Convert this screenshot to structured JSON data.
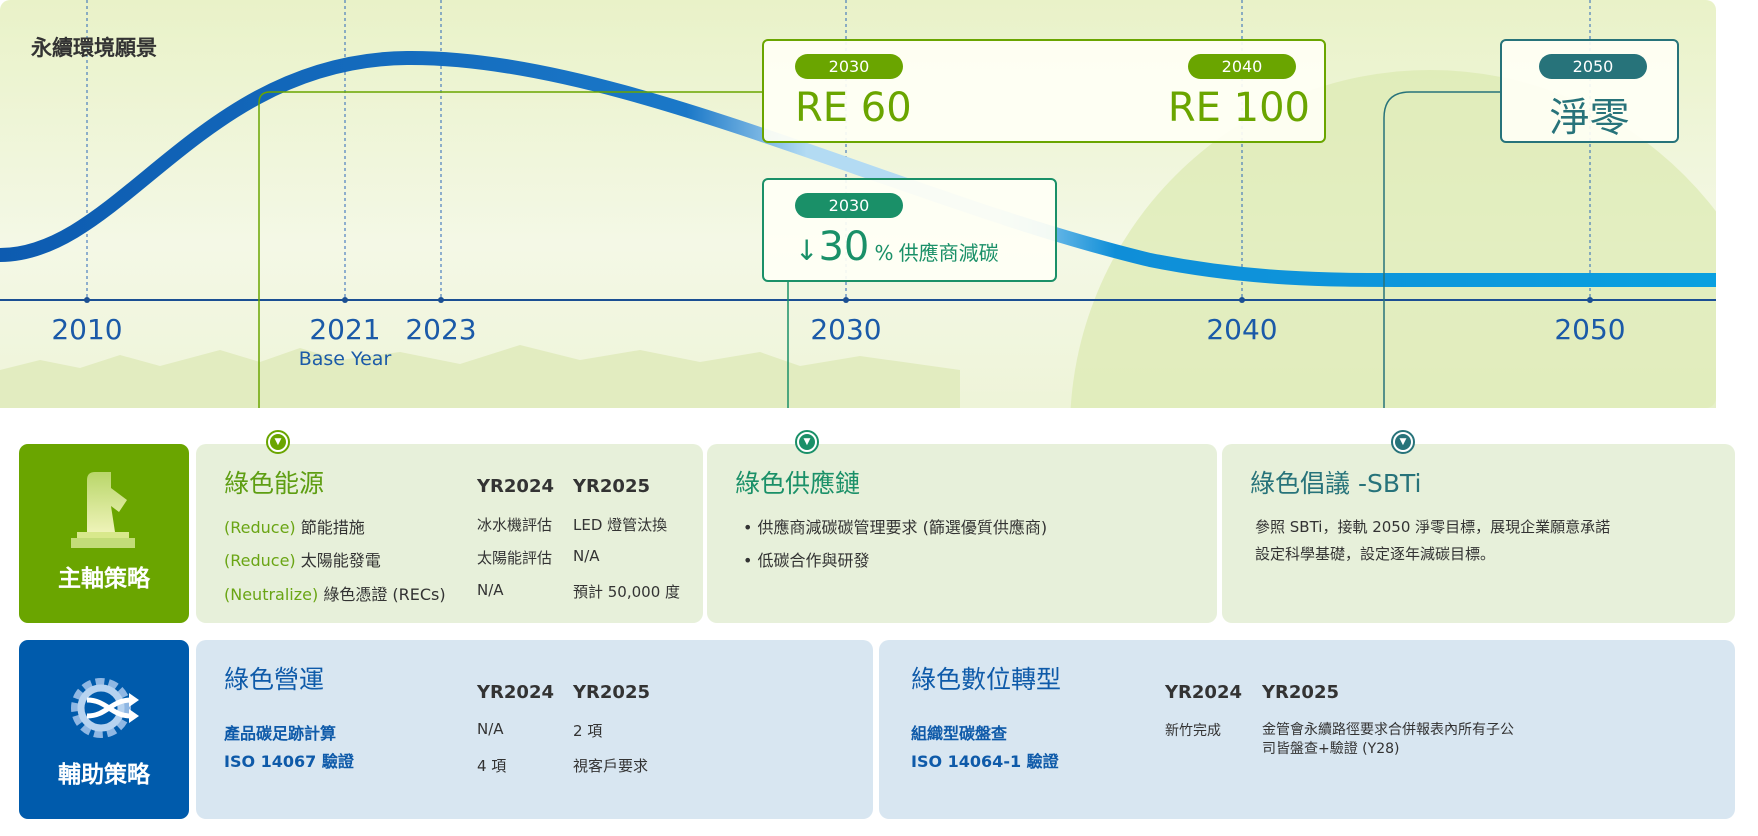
{
  "hero": {
    "title": "永續環境願景",
    "years": [
      "2010",
      "2021",
      "2023",
      "2030",
      "2040",
      "2050"
    ],
    "base_year_label": "Base Year",
    "re_box": {
      "year1": "2030",
      "label1": "RE 60",
      "year2": "2040",
      "label2": "RE 100"
    },
    "netzero_box": {
      "year": "2050",
      "label": "淨零"
    },
    "supplier_box": {
      "year": "2030",
      "arrow": "↓",
      "value": "30",
      "unit": "%",
      "label": "供應商減碳"
    }
  },
  "main_strategy": {
    "label": "主軸策略",
    "green_energy": {
      "title": "綠色能源",
      "col1": "YR2024",
      "col2": "YR2025",
      "rows": [
        {
          "tag": "(Reduce)",
          "item": "節能措施",
          "y2024": "冰水機評估",
          "y2025": "LED 燈管汰換"
        },
        {
          "tag": "(Reduce)",
          "item": "太陽能發電",
          "y2024": "太陽能評估",
          "y2025": "N/A"
        },
        {
          "tag": "(Neutralize)",
          "item": "綠色憑證 (RECs)",
          "y2024": "N/A",
          "y2025": "預計 50,000 度"
        }
      ]
    },
    "green_supply": {
      "title": "綠色供應鏈",
      "bullets": [
        "供應商減碳碳管理要求 (篩選優質供應商)",
        "低碳合作與研發"
      ]
    },
    "green_sbti": {
      "title": "綠色倡議 -SBTi",
      "lines": [
        "參照 SBTi，接軌 2050 淨零目標，展現企業願意承諾",
        "設定科學基礎，設定逐年減碳目標。"
      ]
    }
  },
  "aux_strategy": {
    "label": "輔助策略",
    "green_ops": {
      "title": "綠色營運",
      "col1": "YR2024",
      "col2": "YR2025",
      "rows": [
        {
          "item": "產品碳足跡計算",
          "y2024": "N/A",
          "y2025": "2 項"
        },
        {
          "item": "ISO 14067 驗證",
          "y2024": "4 項",
          "y2025": "視客戶要求"
        }
      ]
    },
    "green_digital": {
      "title": "綠色數位轉型",
      "col1": "YR2024",
      "col2": "YR2025",
      "items": [
        "組織型碳盤查",
        "ISO 14064-1 驗證"
      ],
      "y2024": "新竹完成",
      "y2025": [
        "金管會永續路徑要求合併報表內所有子公",
        "司皆盤查+驗證 (Y28)"
      ]
    }
  },
  "colors": {
    "green": "#6aa500",
    "blue": "#005bac",
    "teal": "#27737a",
    "supplier": "#1a9068"
  }
}
